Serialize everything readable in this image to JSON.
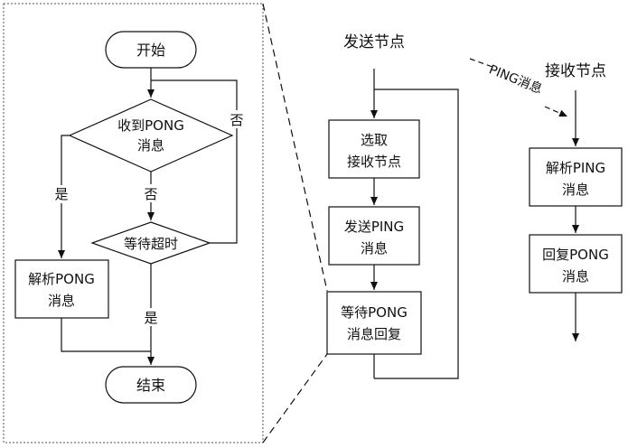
{
  "left_flow": {
    "start": "开始",
    "decision_pong_l1": "收到PONG",
    "decision_pong_l2": "消息",
    "no_right": "否",
    "no_down": "否",
    "yes_left": "是",
    "decision_timeout": "等待超时",
    "yes_down": "是",
    "parse_pong_l1": "解析PONG",
    "parse_pong_l2": "消息",
    "end": "结束"
  },
  "send_node": {
    "title": "发送节点",
    "step1_l1": "选取",
    "step1_l2": "接收节点",
    "step2_l1": "发送PING",
    "step2_l2": "消息",
    "step3_l1": "等待PONG",
    "step3_l2": "消息回复"
  },
  "message_label": "PING消息",
  "recv_node": {
    "title": "接收节点",
    "step1_l1": "解析PING",
    "step1_l2": "消息",
    "step2_l1": "回复PONG",
    "step2_l2": "消息"
  }
}
